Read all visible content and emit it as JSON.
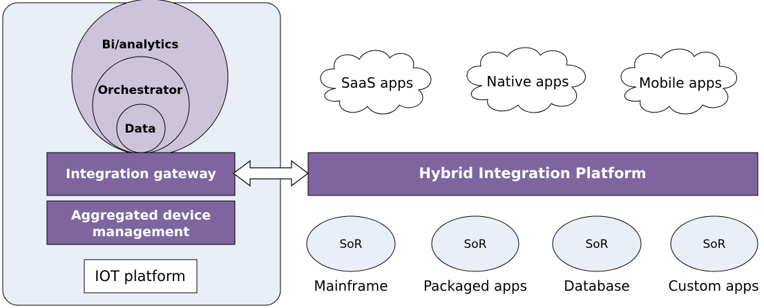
{
  "iot_panel": {
    "circles": {
      "outer_label": "Bi/analytics",
      "middle_label": "Orchestrator",
      "inner_label": "Data"
    },
    "integration_gateway": "Integration gateway",
    "aggregated_line1": "Aggregated device",
    "aggregated_line2": "management",
    "platform_label": "IOT platform"
  },
  "clouds": [
    {
      "label": "SaaS apps"
    },
    {
      "label": "Native apps"
    },
    {
      "label": "Mobile apps"
    }
  ],
  "hybrid_platform": "Hybrid Integration Platform",
  "systems": [
    {
      "badge": "SoR",
      "label": "Mainframe"
    },
    {
      "badge": "SoR",
      "label": "Packaged apps"
    },
    {
      "badge": "SoR",
      "label": "Database"
    },
    {
      "badge": "SoR",
      "label": "Custom apps"
    }
  ],
  "colors": {
    "panel_bg": "#e9eef7",
    "circle_fill": "#cdc3db",
    "bar_fill": "#7f659f",
    "ellipse_fill": "#e9eef7",
    "stroke": "#000000"
  }
}
